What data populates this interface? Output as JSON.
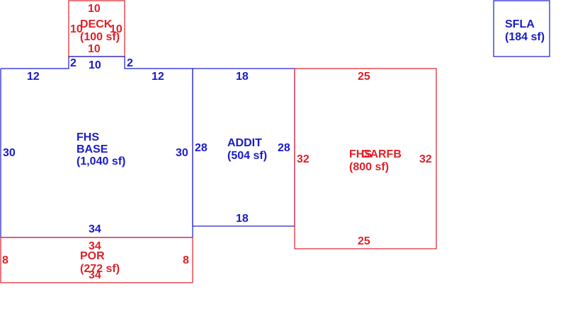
{
  "colors": {
    "base_lines": "#1a1acc",
    "addition_lines": "#e0202a",
    "background": "#ffffff"
  },
  "areas": {
    "deck": {
      "name": "DECK",
      "area": "(100 sf)",
      "dims": {
        "top": "10",
        "left": "10",
        "right": "10",
        "bottom": "10"
      }
    },
    "sfla": {
      "name": "SFLA",
      "area": "(184 sf)"
    },
    "fhs_base": {
      "name_line1": "FHS",
      "name_line2": "BASE",
      "area": "(1,040 sf)",
      "dims": {
        "top_left": "12",
        "notch_left": "2",
        "notch": "10",
        "notch_right": "2",
        "top_right": "12",
        "left": "30",
        "right": "30",
        "bottom": "34"
      }
    },
    "addit": {
      "name": "ADDIT",
      "area": "(504 sf)",
      "dims": {
        "top": "18",
        "left": "28",
        "right": "28",
        "bottom": "18"
      }
    },
    "fhs": {
      "name": "FHS",
      "overlap_name": "GARFB",
      "area": "(800 sf)",
      "dims": {
        "top": "25",
        "left": "32",
        "right": "32",
        "bottom": "25"
      }
    },
    "por": {
      "name": "POR",
      "area": "(272 sf)",
      "dims": {
        "top": "34",
        "left": "8",
        "right": "8",
        "bottom": "34"
      }
    }
  }
}
